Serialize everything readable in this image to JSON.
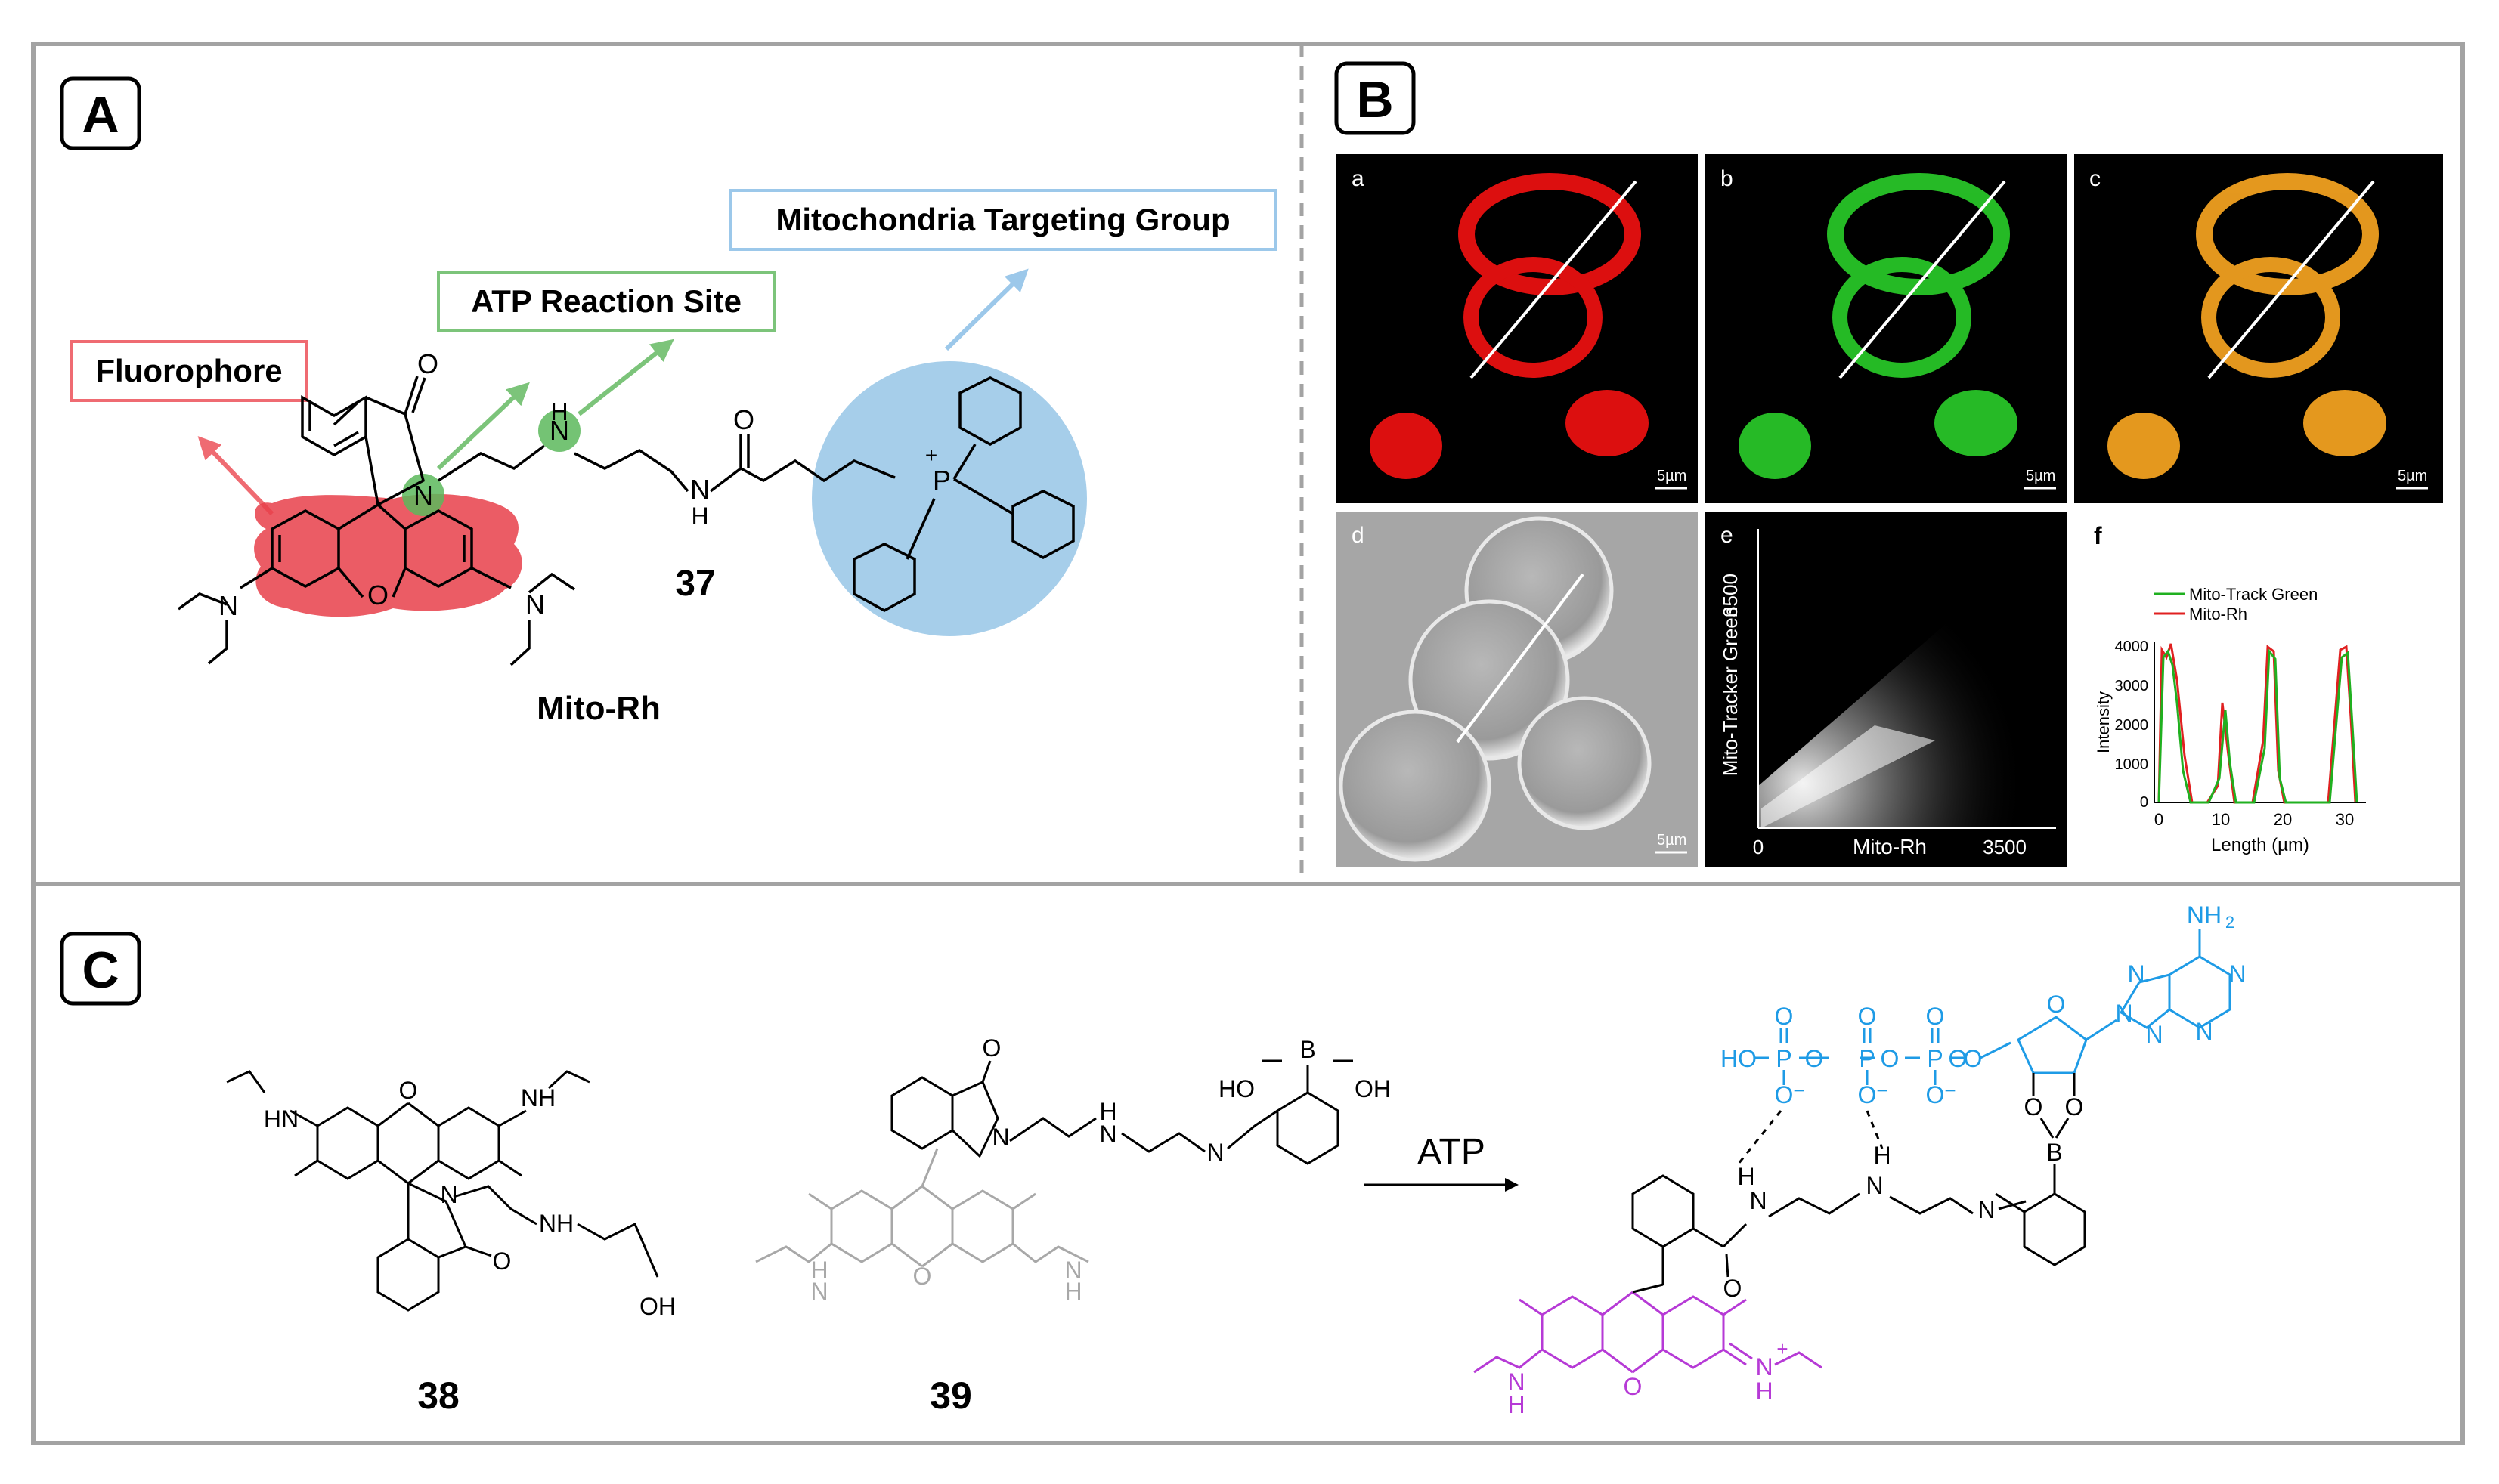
{
  "panel_A": {
    "letter": "A",
    "label_fluorophore": "Fluorophore",
    "label_atp_site": "ATP Reaction Site",
    "label_mito_group": "Mitochondria Targeting Group",
    "compound_number": "37",
    "compound_name": "Mito-Rh",
    "atoms": {
      "N": "N",
      "H": "H",
      "O": "O",
      "P": "P",
      "plus": "+"
    }
  },
  "panel_B": {
    "letter": "B",
    "sublabels": {
      "a": "a",
      "b": "b",
      "c": "c",
      "d": "d",
      "e": "e",
      "f": "f"
    },
    "scale_bar": "5µm",
    "scatter": {
      "ylabel": "Mito-Tracker Green",
      "xlabel": "Mito-Rh",
      "x0": "0",
      "x1": "3500",
      "y1": "3500"
    },
    "profile": {
      "legend_green": "Mito-Track Green",
      "legend_red": "Mito-Rh",
      "ylabel": "Intensity",
      "xlabel": "Length (µm)",
      "yticks": [
        "4000",
        "3000",
        "2000",
        "1000",
        "0"
      ],
      "xticks": [
        "0",
        "10",
        "20",
        "30"
      ]
    }
  },
  "panel_C": {
    "letter": "C",
    "compound_38": "38",
    "compound_39": "39",
    "arrow_label": "ATP",
    "atoms38": {
      "HN": "HN",
      "NH": "NH",
      "N": "N",
      "O": "O",
      "OH": "OH"
    },
    "atoms39": {
      "HO1": "HO",
      "B": "B",
      "OH": "OH",
      "H": "H",
      "N": "N",
      "O": "O"
    },
    "atp": {
      "NH2": "NH",
      "sub2": "2",
      "HO": "HO",
      "P": "P",
      "O": "O",
      "minus": "−",
      "N": "N",
      "B": "B"
    },
    "product": {
      "H": "H",
      "N": "N",
      "O": "O",
      "plus": "+"
    }
  },
  "colors": {
    "fluorophore": "#e8404a",
    "atp_site": "#5cb85c",
    "mito_group": "#6aaedc",
    "atp_blue": "#1e9be6",
    "rhodamine_magenta": "#b63ad6",
    "border": "#a0a0a0"
  }
}
